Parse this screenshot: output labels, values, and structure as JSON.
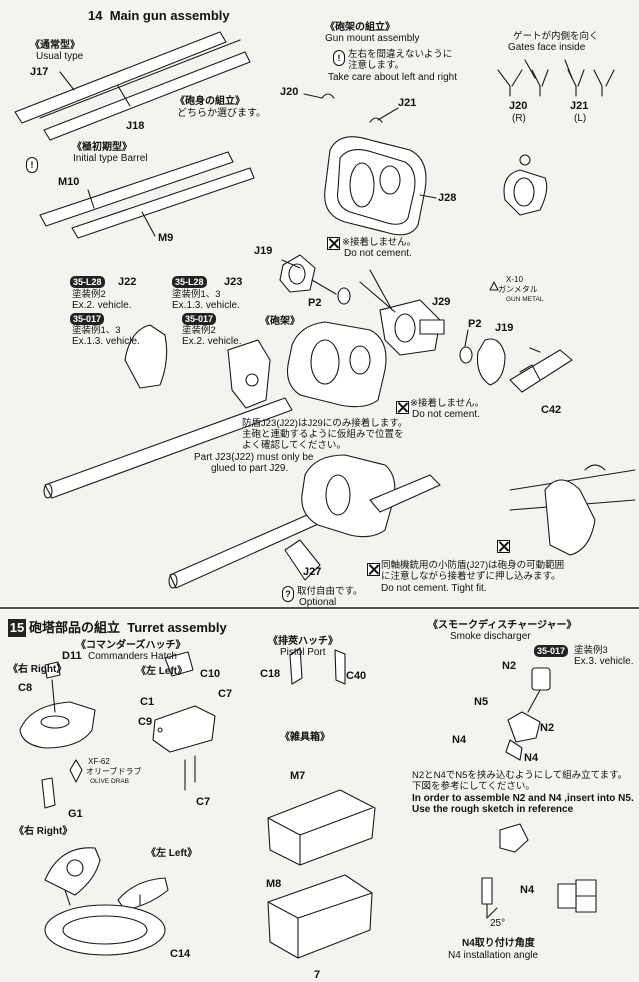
{
  "page_number": "7",
  "step14": {
    "number": "14",
    "title_en": "Main gun assembly",
    "usual_jp": "《通常型》",
    "usual_en": "Usual type",
    "initial_jp": "《極初期型》",
    "initial_en": "Initial type Barrel",
    "barrel_assembly_jp": "《砲身の組立》",
    "barrel_either_jp": "どちらか選びます。",
    "gun_mount_jp": "《砲架の組立》",
    "gun_mount_en": "Gun mount assembly",
    "lr_caution_jp1": "左右を間違えないように",
    "lr_caution_jp2": "注意します。",
    "lr_caution_en": "Take care about left and right",
    "gate_jp": "ゲートが内側を向く",
    "gate_en": "Gates face inside",
    "j20_label": "J20",
    "j20_side": "(R)",
    "j21_label": "J21",
    "j21_side": "(L)",
    "no_cement_jp": "※接着しません。",
    "no_cement_en": "Do not cement.",
    "no_cement_jp2": "※接着しません。",
    "no_cement_en2": "Do not cement.",
    "gun_metal_code": "X-10",
    "gun_metal_jp": "ガンメタル",
    "gun_metal_en": "GUN METAL",
    "mount_label_jp": "《砲架》",
    "vehicle_a_badge": "35-L28",
    "vehicle_a_jp": "塗装例2",
    "vehicle_a_en": "Ex.2. vehicle.",
    "vehicle_b_badge": "35-017",
    "vehicle_b_jp": "塗装例1、3",
    "vehicle_b_en": "Ex.1.3. vehicle.",
    "vehicle_c_badge": "35-L28",
    "vehicle_c_jp": "塗装例1、3",
    "vehicle_c_en": "Ex.1.3. vehicle.",
    "vehicle_d_badge": "35-017",
    "vehicle_d_jp": "塗装例2",
    "vehicle_d_en": "Ex.2. vehicle.",
    "j23_note_jp1": "防盾J23(J22)はJ29にのみ接着します。",
    "j23_note_jp2": "主砲と連動するように仮組みで位置を",
    "j23_note_jp3": "よく確認してください。",
    "j23_note_en1": "Part J23(J22) must only be",
    "j23_note_en2": "glued to part J29.",
    "j27_note_jp1": "同軸機銃用の小防盾(J27)は砲身の可動範囲",
    "j27_note_jp2": "に注意しながら接着せずに押し込みます。",
    "j27_note_en": "Do not cement. Tight fit.",
    "optional_jp": "取付自由です。",
    "optional_en": "Optional",
    "parts": {
      "j17": "J17",
      "j18": "J18",
      "m10": "M10",
      "m9": "M9",
      "j20": "J20",
      "j21": "J21",
      "j28": "J28",
      "j19": "J19",
      "j19b": "J19",
      "p2": "P2",
      "p2b": "P2",
      "j29": "J29",
      "j22": "J22",
      "j23": "J23",
      "c42": "C42",
      "j27": "J27"
    }
  },
  "step15": {
    "number": "15",
    "title_jp": "砲塔部品の組立",
    "title_en": "Turret assembly",
    "commander_jp": "《コマンダーズハッチ》",
    "commander_en": "Commanders Hatch",
    "right1": "《右 Right》",
    "left1": "《左 Left》",
    "pistol_jp": "《排莢ハッチ》",
    "pistol_en": "Pistol Port",
    "toolbox_jp": "《雑具箱》",
    "smoke_jp": "《スモークディスチャージャー》",
    "smoke_en": "Smoke discharger",
    "smoke_badge": "35-017",
    "smoke_vehicle_jp": "塗装例3",
    "smoke_vehicle_en": "Ex.3. vehicle.",
    "paint_code": "XF-62",
    "paint_jp": "オリーブドラブ",
    "paint_en": "OLIVE DRAB",
    "right2": "《右 Right》",
    "left2": "《左 Left》",
    "smoke_note_jp1": "N2とN4でN5を挟み込むようにして組み立てます。",
    "smoke_note_jp2": "下図を参考にしてください。",
    "smoke_note_en1": "In order to assemble N2 and N4 ,insert into N5.",
    "smoke_note_en2": "Use the rough sketch in reference",
    "angle_value": "25°",
    "angle_jp": "N4取り付け角度",
    "angle_en": "N4 installation angle",
    "parts": {
      "d11": "D11",
      "c8": "C8",
      "g1": "G1",
      "c1": "C1",
      "c9": "C9",
      "c10": "C10",
      "c7a": "C7",
      "c7b": "C7",
      "c18": "C18",
      "c40": "C40",
      "m7": "M7",
      "m8": "M8",
      "c14": "C14",
      "n2a": "N2",
      "n2b": "N2",
      "n5": "N5",
      "n4a": "N4",
      "n4b": "N4",
      "n4c": "N4"
    }
  }
}
